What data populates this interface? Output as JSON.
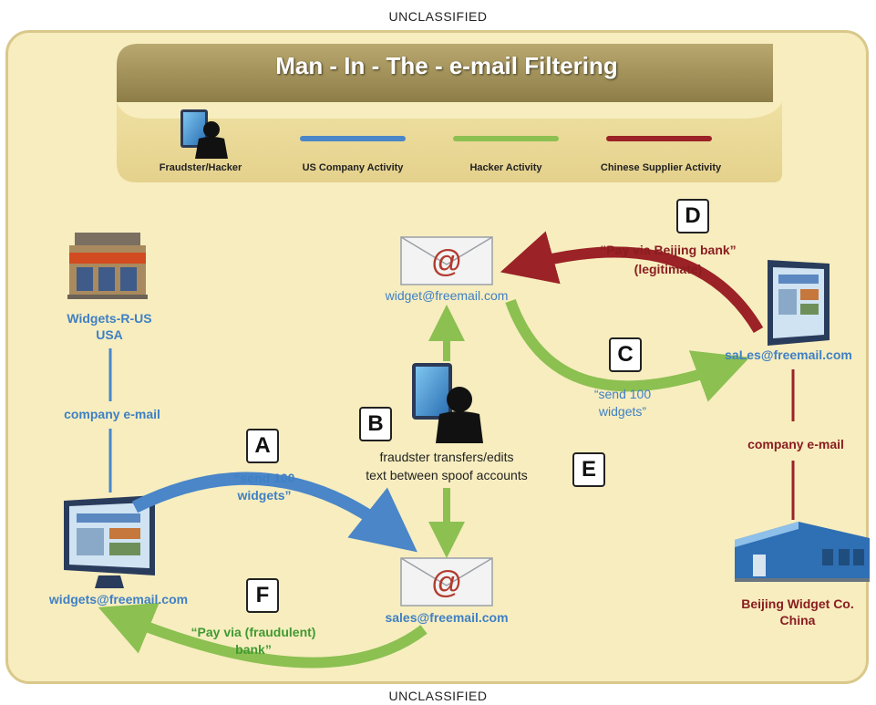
{
  "classification_top": "UNCLASSIFIED",
  "classification_bottom": "UNCLASSIFIED",
  "title": "Man - In - The - e-mail Filtering",
  "legend": {
    "items": [
      {
        "label": "Fraudster/Hacker",
        "icon": "hacker-icon"
      },
      {
        "label": "US Company Activity",
        "color": "#4a86c8"
      },
      {
        "label": "Hacker Activity",
        "color": "#8cc051"
      },
      {
        "label": "Chinese Supplier Activity",
        "color": "#9b2226"
      }
    ]
  },
  "nodes": {
    "us_company": {
      "line1": "Widgets-R-US",
      "line2": "USA"
    },
    "us_link": "company e-mail",
    "us_computer": "widgets@freemail.com",
    "spoof_top": "widget@freemail.com",
    "spoof_bottom": "sales@freemail.com",
    "supplier_computer": "saLes@freemail.com",
    "supplier_link": "company e-mail",
    "supplier": {
      "line1": "Beijing Widget Co.",
      "line2": "China"
    }
  },
  "steps": {
    "A": {
      "letter": "A",
      "line1": "“send 100",
      "line2": "widgets”"
    },
    "B": {
      "letter": "B",
      "line1": "fraudster transfers/edits",
      "line2": "text between spoof accounts"
    },
    "C": {
      "letter": "C",
      "line1": "“send 100",
      "line2": "widgets”"
    },
    "D": {
      "letter": "D",
      "line1": "“Pay via Beijing bank”",
      "line2": "(legitimate)"
    },
    "E": {
      "letter": "E"
    },
    "F": {
      "letter": "F",
      "line1": "“Pay via (fraudulent)",
      "line2": "bank”"
    }
  },
  "colors": {
    "us": "#4a86c8",
    "hacker": "#8cc051",
    "supplier": "#9b2226",
    "panel": "#f7edbf",
    "banner": "#a3925c"
  }
}
